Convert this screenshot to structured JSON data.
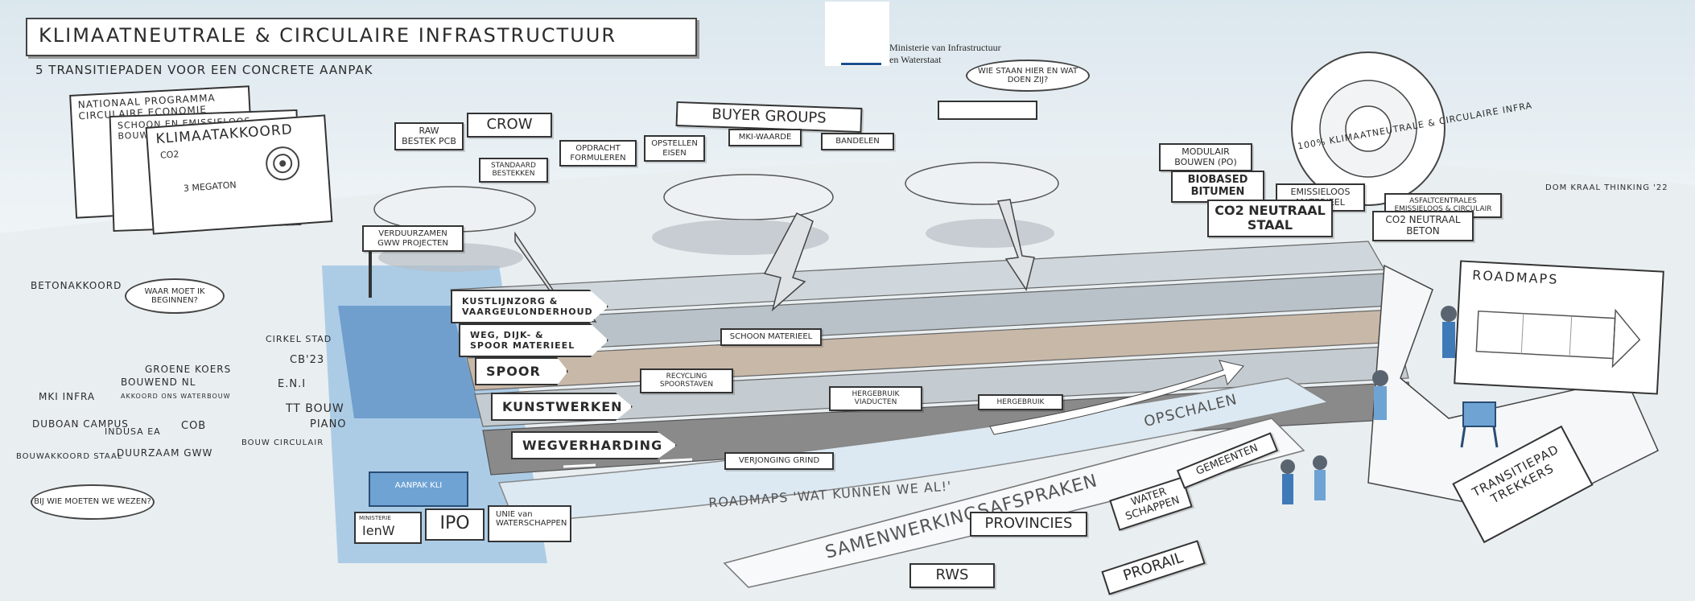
{
  "header": {
    "title": "KLIMAATNEUTRALE & CIRCULAIRE INFRASTRUCTUUR",
    "subtitle": "5 TRANSITIEPADEN VOOR EEN CONCRETE AANPAK",
    "ministry_line1": "Ministerie van Infrastructuur",
    "ministry_line2": "en Waterstaat"
  },
  "left_papers": {
    "p1": "NATIONAAL PROGRAMMA CIRCULAIRE ECONOMIE",
    "p2": "SCHOON EN EMISSIELOOS BOUWEN",
    "p3": "KLIMAATAKKOORD",
    "p3_co2": "CO2",
    "p3_megaton": "3 MEGATON"
  },
  "top_stages": {
    "crow": "CROW",
    "raw": "RAW BESTEK PCB",
    "standaard": "STANDAARD BESTEKKEN",
    "opdracht": "OPDRACHT FORMULEREN",
    "buyer": "BUYER GROUPS",
    "opstellen": "OPSTELLEN EISEN",
    "mki": "MKI-WAARDE",
    "bandelen": "BANDELEN",
    "wie_staan": "WIE STAAN HIER EN WAT DOEN ZIJ?",
    "modulair": "MODULAIR BOUWEN (PO)",
    "biobased": "BIOBASED BITUMEN",
    "emissieloos": "EMISSIELOOS MATERIEEL",
    "co2_staal": "CO2 NEUTRAAL STAAL",
    "asfalt": "ASFALTCENTRALES EMISSIELOOS & CIRCULAIR",
    "co2_beton": "CO2 NEUTRAAL BETON",
    "circle": "100% KLIMAATNEUTRALE & CIRCULAIRE INFRA",
    "credit": "DOM KRAAL THINKING '22",
    "verduurzamen": "VERDUURZAMEN GWW PROJECTEN"
  },
  "transitiepaden": [
    "KUSTLIJNZORG & VAARGEULONDERHOUD",
    "WEG, DIJK- & SPOOR MATERIEEL",
    "SPOOR",
    "KUNSTWERKEN",
    "WEGVERHARDING"
  ],
  "road_signs": {
    "schoon": "SCHOON MATERIEEL",
    "recycling": "RECYCLING SPOORSTAVEN",
    "hergebruik1": "HERGEBRUIK VIADUCTEN",
    "hergebruik2": "HERGEBRUIK",
    "verjonging": "VERJONGING GRIND"
  },
  "left_cloud": {
    "betonakkoord": "BETONAKKOORD",
    "waar": "WAAR MOET IK BEGINNEN?",
    "cirkelstad": "CIRKEL STAD",
    "cb23": "CB'23",
    "groene_koers": "GROENE KOERS",
    "bouwend": "BOUWEND NL",
    "eni": "E.N.I",
    "mki_infra": "MKI INFRA",
    "akkoord": "AKKOORD ONS WATERBOUW",
    "tt_bouw": "TT BOUW",
    "piano": "PIANO",
    "duboon": "DUBOAN CAMPUS",
    "indusa": "INDUSA EA",
    "cob": "COB",
    "bouw_circulair": "BOUW CIRCULAIR",
    "bouwakkoord": "BOUWAKKOORD STAAL",
    "duurzaam": "DUURZAAM GWW",
    "bij_wie": "BIJ WIE MOETEN WE WEZEN?",
    "aanpak": "AANPAK KLI"
  },
  "bottom": {
    "ienw_small": "MINISTERIE",
    "ienw": "IenW",
    "ipo": "IPO",
    "unie": "UNIE van WATERSCHAPPEN",
    "roadmaps_band": "ROADMAPS 'WAT KUNNEN WE AL!'",
    "opschalen": "OPSCHALEN",
    "samenwerking": "SAMENWERKINGSAFSPRAKEN",
    "provincies": "PROVINCIES",
    "water": "WATER SCHAPPEN",
    "gemeenten": "GEMEENTEN",
    "rws": "RWS",
    "prorail": "PRORAIL",
    "roadmaps_board": "ROADMAPS",
    "transitiepad": "TRANSITIEPAD TREKKERS"
  },
  "colors": {
    "accent_blue": "#3f7ab8",
    "light_blue": "#9cc3e4",
    "road_grey": "#8a8a8a",
    "sky": "#dbe7ee"
  }
}
